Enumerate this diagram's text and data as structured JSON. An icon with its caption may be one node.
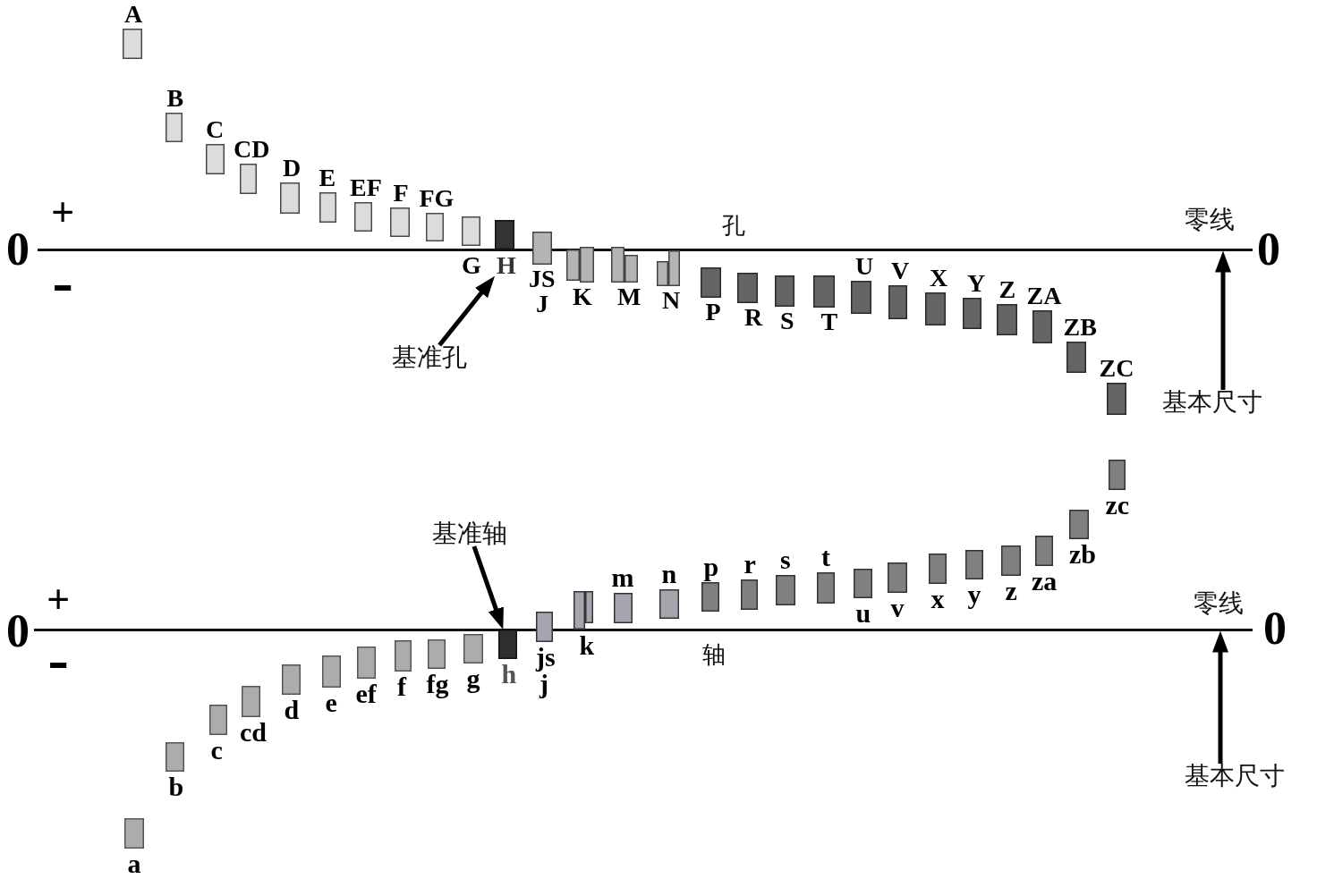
{
  "diagram": {
    "nodes": [
      {
        "text": [],
        "shape": "line",
        "beside": [
          "0",
          "零线",
          "0"
        ]
      },
      {
        "text": [
          "A"
        ]
      },
      {
        "text": [
          "B"
        ]
      },
      {
        "text": [
          "C"
        ]
      },
      {
        "text": [
          "CD"
        ]
      },
      {
        "text": [
          "D"
        ]
      },
      {
        "text": [
          "E"
        ]
      },
      {
        "text": [
          "EF"
        ]
      },
      {
        "text": [
          "F"
        ]
      },
      {
        "text": [
          "FG"
        ]
      },
      {
        "text": [
          "G"
        ]
      },
      {
        "text": [
          "H"
        ]
      },
      {
        "text": [
          "JS",
          "J"
        ]
      },
      {
        "text": [
          "K"
        ]
      },
      {
        "text": [
          "M"
        ]
      },
      {
        "text": [
          "N"
        ]
      },
      {
        "text": [
          "P"
        ]
      },
      {
        "text": [
          "R"
        ]
      },
      {
        "text": [
          "S"
        ]
      },
      {
        "text": [
          "T"
        ]
      },
      {
        "text": [
          "U"
        ]
      },
      {
        "text": [
          "V"
        ]
      },
      {
        "text": [
          "X"
        ]
      },
      {
        "text": [
          "Y"
        ]
      },
      {
        "text": [
          "Z"
        ]
      },
      {
        "text": [
          "ZA"
        ]
      },
      {
        "text": [
          "ZB"
        ]
      },
      {
        "text": [
          "ZC"
        ]
      },
      {
        "text": [
          "基准孔"
        ]
      },
      {
        "text": [
          "基本尺寸"
        ]
      },
      {
        "text": [],
        "shape": "line",
        "beside": [
          "0",
          "零线",
          "0"
        ]
      },
      {
        "text": [
          "a"
        ]
      },
      {
        "text": [
          "b"
        ]
      },
      {
        "text": [
          "c"
        ]
      },
      {
        "text": [
          "cd"
        ]
      },
      {
        "text": [
          "d"
        ]
      },
      {
        "text": [
          "e"
        ]
      },
      {
        "text": [
          "ef"
        ]
      },
      {
        "text": [
          "f"
        ]
      },
      {
        "text": [
          "fg"
        ]
      },
      {
        "text": [
          "g"
        ]
      },
      {
        "text": [
          "h"
        ]
      },
      {
        "text": [
          "js",
          "j"
        ]
      },
      {
        "text": [
          "k"
        ]
      },
      {
        "text": [
          "m"
        ]
      },
      {
        "text": [
          "n"
        ]
      },
      {
        "text": [
          "p"
        ]
      },
      {
        "text": [
          "r"
        ]
      },
      {
        "text": [
          "s"
        ]
      },
      {
        "text": [
          "t"
        ]
      },
      {
        "text": [
          "u"
        ]
      },
      {
        "text": [
          "v"
        ]
      },
      {
        "text": [
          "x"
        ]
      },
      {
        "text": [
          "y"
        ]
      },
      {
        "text": [
          "z"
        ]
      },
      {
        "text": [
          "za"
        ]
      },
      {
        "text": [
          "zb"
        ]
      },
      {
        "text": [
          "zc"
        ]
      },
      {
        "text": [
          "基准轴"
        ]
      },
      {
        "text": [
          "基本尺寸"
        ]
      }
    ],
    "edges": [
      {
        "from": 28,
        "to": 11,
        "arrow": "to"
      },
      {
        "from": 29,
        "to": 0,
        "arrow": "to"
      },
      {
        "from": 58,
        "to": 41,
        "arrow": "to"
      },
      {
        "from": 59,
        "to": 30,
        "arrow": "to"
      }
    ],
    "labels": [
      "+",
      "-",
      "孔",
      "+",
      "-",
      "轴"
    ]
  }
}
